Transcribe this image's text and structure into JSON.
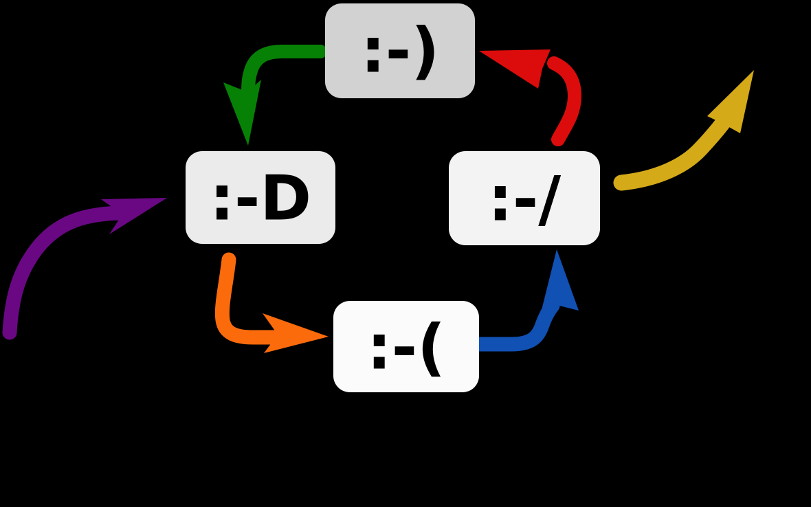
{
  "diagram": {
    "title": "emoticon-state-cycle",
    "background_color": "#000000",
    "label_color": "#000000",
    "nodes": [
      {
        "id": "happy",
        "label": ":-)",
        "fill": "#d2d2d2"
      },
      {
        "id": "laughing",
        "label": ":-D",
        "fill": "#ebebeb"
      },
      {
        "id": "skeptical",
        "label": ":-/",
        "fill": "#f3f3f3"
      },
      {
        "id": "sad",
        "label": ":-(",
        "fill": "#fbfbfb"
      }
    ],
    "arrows": [
      {
        "id": "entry-to-laughing",
        "from": "outside-bottom-left",
        "to": "laughing",
        "color": "#6a0884"
      },
      {
        "id": "happy-to-laughing",
        "from": "happy",
        "to": "laughing",
        "color": "#068106"
      },
      {
        "id": "laughing-to-sad",
        "from": "laughing",
        "to": "sad",
        "color": "#fb6b0c"
      },
      {
        "id": "sad-to-skeptical",
        "from": "sad",
        "to": "skeptical",
        "color": "#1151b4"
      },
      {
        "id": "skeptical-to-happy",
        "from": "skeptical",
        "to": "happy",
        "color": "#dd0c0c"
      },
      {
        "id": "skeptical-to-exit",
        "from": "skeptical",
        "to": "outside-top-right",
        "color": "#d5aa18"
      }
    ]
  }
}
